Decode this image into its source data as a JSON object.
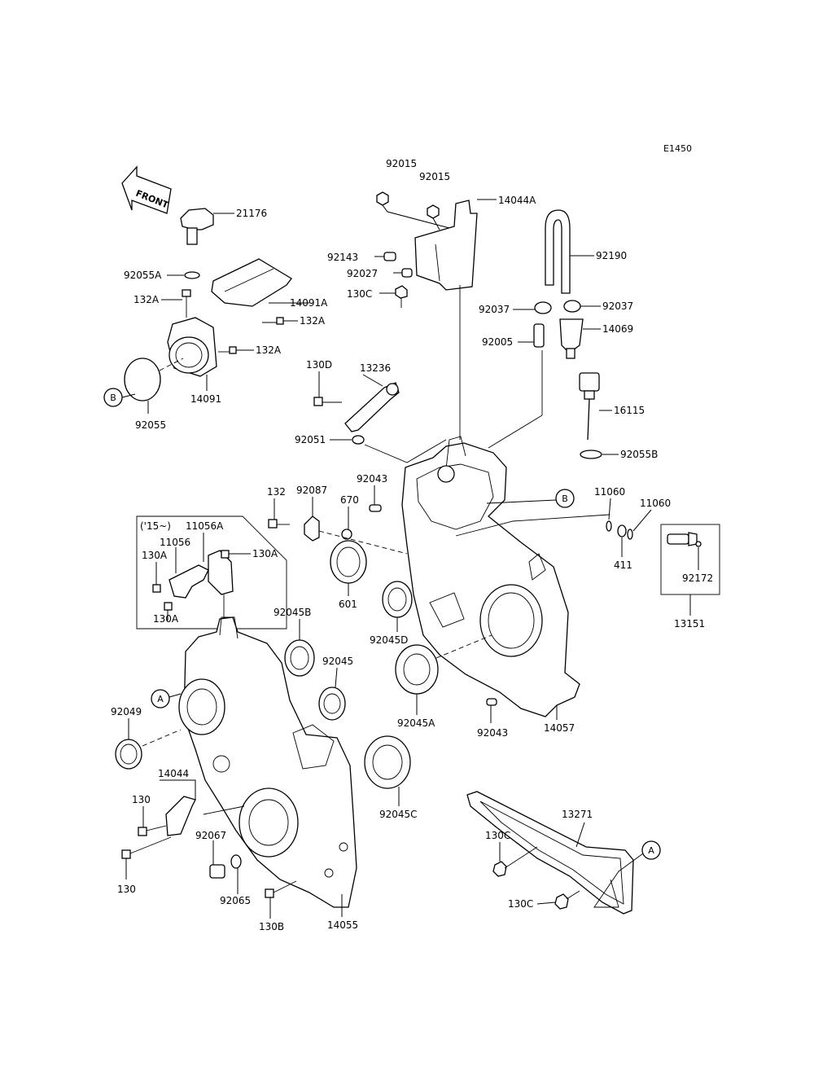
{
  "diagram_code": "E1450",
  "front_arrow_label": "FRONT",
  "inset_label": "('15~)",
  "ref_markers": [
    "A",
    "B"
  ],
  "labels": [
    {
      "id": "92015a",
      "text": "92015"
    },
    {
      "id": "92015b",
      "text": "92015"
    },
    {
      "id": "14044A",
      "text": "14044A"
    },
    {
      "id": "21176",
      "text": "21176"
    },
    {
      "id": "92190",
      "text": "92190"
    },
    {
      "id": "92143",
      "text": "92143"
    },
    {
      "id": "92027",
      "text": "92027"
    },
    {
      "id": "130C_top",
      "text": "130C"
    },
    {
      "id": "92055A",
      "text": "92055A"
    },
    {
      "id": "14091A",
      "text": "14091A"
    },
    {
      "id": "132A_1",
      "text": "132A"
    },
    {
      "id": "132A_2",
      "text": "132A"
    },
    {
      "id": "132A_3",
      "text": "132A"
    },
    {
      "id": "92037a",
      "text": "92037"
    },
    {
      "id": "92037b",
      "text": "92037"
    },
    {
      "id": "14069",
      "text": "14069"
    },
    {
      "id": "92005",
      "text": "92005"
    },
    {
      "id": "130D",
      "text": "130D"
    },
    {
      "id": "13236",
      "text": "13236"
    },
    {
      "id": "14091",
      "text": "14091"
    },
    {
      "id": "92055",
      "text": "92055"
    },
    {
      "id": "16115",
      "text": "16115"
    },
    {
      "id": "92051",
      "text": "92051"
    },
    {
      "id": "92055B",
      "text": "92055B"
    },
    {
      "id": "92043a",
      "text": "92043"
    },
    {
      "id": "132",
      "text": "132"
    },
    {
      "id": "92087",
      "text": "92087"
    },
    {
      "id": "670",
      "text": "670"
    },
    {
      "id": "11060a",
      "text": "11060"
    },
    {
      "id": "11060b",
      "text": "11060"
    },
    {
      "id": "11056A",
      "text": "11056A"
    },
    {
      "id": "11056",
      "text": "11056"
    },
    {
      "id": "130A_1",
      "text": "130A"
    },
    {
      "id": "130A_2",
      "text": "130A"
    },
    {
      "id": "130A_3",
      "text": "130A"
    },
    {
      "id": "411",
      "text": "411"
    },
    {
      "id": "92172",
      "text": "92172"
    },
    {
      "id": "601",
      "text": "601"
    },
    {
      "id": "92045D",
      "text": "92045D"
    },
    {
      "id": "13151",
      "text": "13151"
    },
    {
      "id": "92045B",
      "text": "92045B"
    },
    {
      "id": "92045",
      "text": "92045"
    },
    {
      "id": "92049",
      "text": "92049"
    },
    {
      "id": "92045A",
      "text": "92045A"
    },
    {
      "id": "92043b",
      "text": "92043"
    },
    {
      "id": "14057",
      "text": "14057"
    },
    {
      "id": "14044",
      "text": "14044"
    },
    {
      "id": "92045C",
      "text": "92045C"
    },
    {
      "id": "130a",
      "text": "130"
    },
    {
      "id": "130b",
      "text": "130"
    },
    {
      "id": "92067",
      "text": "92067"
    },
    {
      "id": "13271",
      "text": "13271"
    },
    {
      "id": "130C_a",
      "text": "130C"
    },
    {
      "id": "130C_b",
      "text": "130C"
    },
    {
      "id": "92065",
      "text": "92065"
    },
    {
      "id": "130B",
      "text": "130B"
    },
    {
      "id": "14055",
      "text": "14055"
    }
  ]
}
